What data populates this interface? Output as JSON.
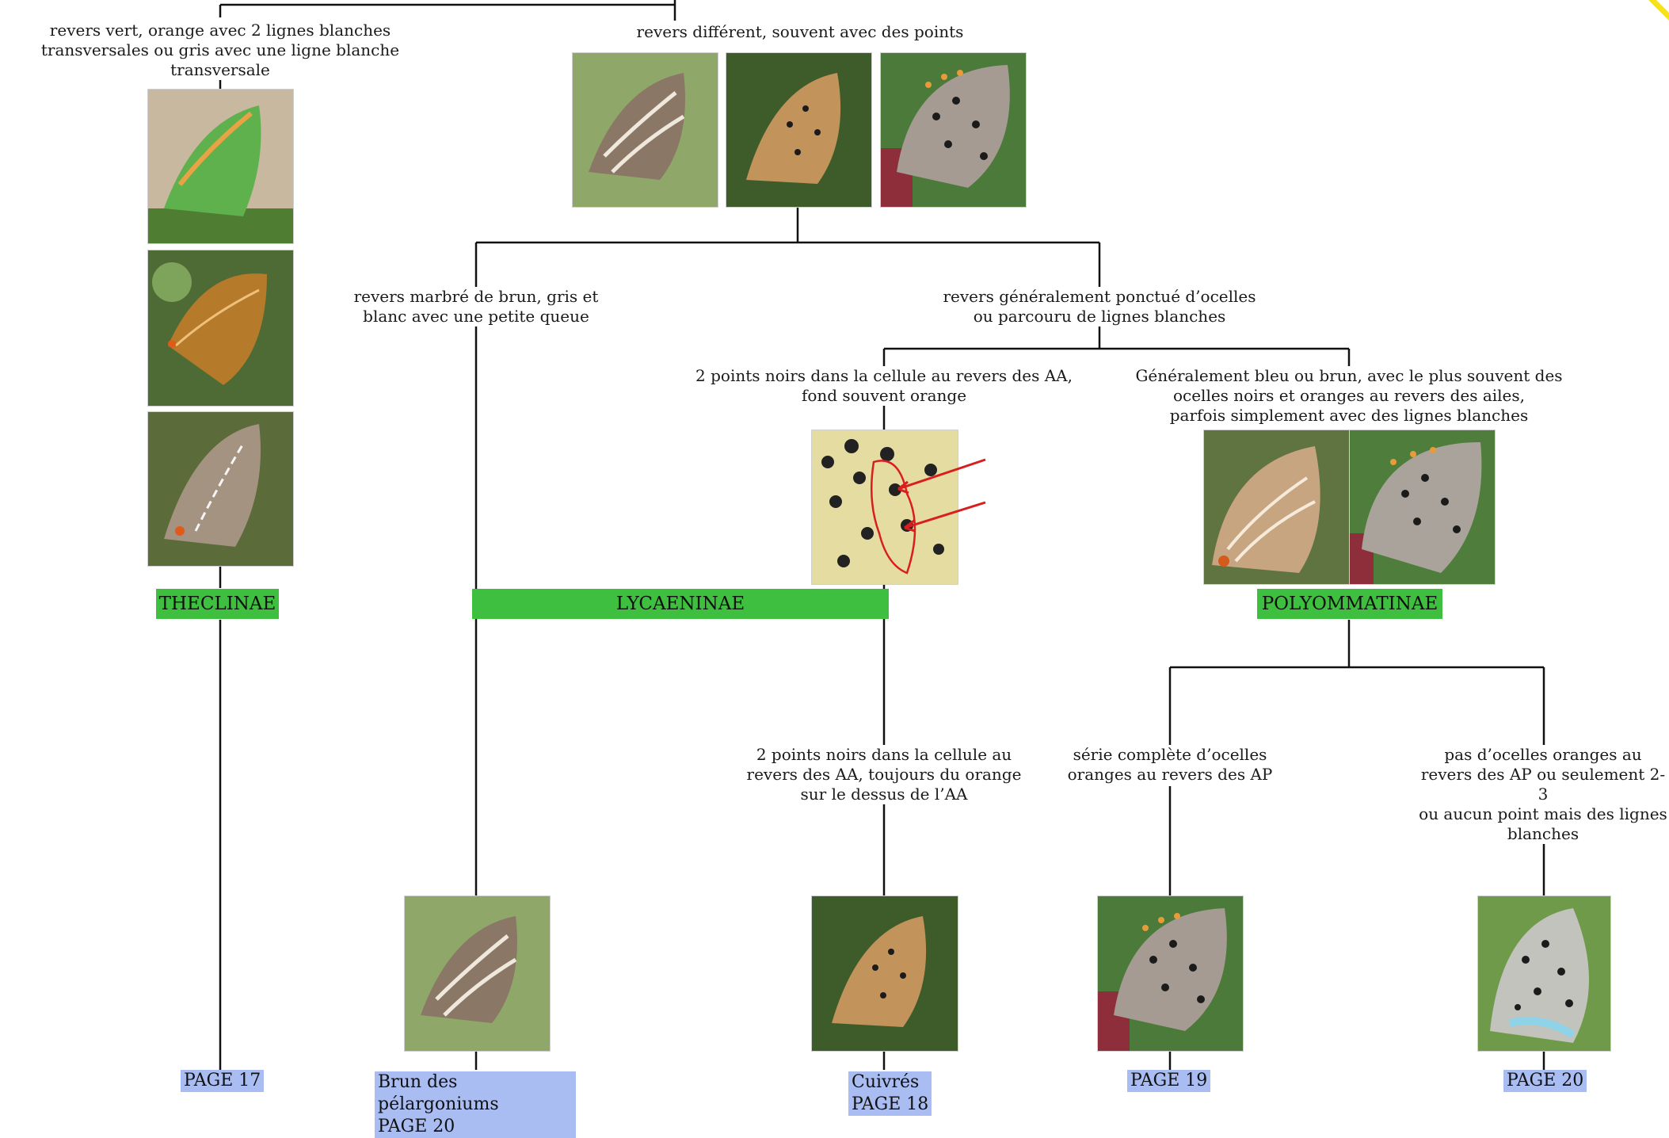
{
  "top_branches": {
    "left": "revers vert, orange avec 2 lignes blanches\ntransversales  ou gris avec une ligne blanche transversale",
    "right": "revers différent, souvent avec des points"
  },
  "mid_branches": {
    "left": "revers marbré de brun, gris et\nblanc avec une petite queue",
    "right": "revers généralement ponctué d’ocelles\nou parcouru de lignes blanches"
  },
  "sub_branches": {
    "lycaenidae_spots": "2 points noirs dans la cellule au revers des AA,\nfond souvent orange",
    "polyommatinae_desc": "Généralement bleu ou brun, avec le plus souvent des\nocelles noirs et oranges au revers des ailes,\nparfois simplement avec des lignes blanches"
  },
  "groups": {
    "theclinae": "THECLINAE",
    "lycaeninae": "LYCAENINAE",
    "polyommatinae": "POLYOMMATINAE"
  },
  "lower_branches": {
    "cuivres_desc": "2 points noirs dans la cellule au\nrevers des AA, toujours du orange\nsur le dessus de l’AA",
    "serie_complete": "série complète d’ocelles\noranges au revers des AP",
    "pas_ocelles": "pas d’ocelles oranges au\nrevers des AP ou seulement 2-3\nou aucun point mais des lignes\nblanches"
  },
  "pages": {
    "theclinae": "PAGE 17",
    "brun": "Brun des pélargoniums\nPAGE 20",
    "cuivres": "Cuivrés\nPAGE 18",
    "p19": "PAGE 19",
    "p20": "PAGE 20"
  },
  "colors": {
    "group_green": "#3fbf3f",
    "page_blue": "#a9bdf2",
    "annotation_red": "#d81e1e"
  },
  "icons": [
    "butterfly-photo",
    "annotation-arrow"
  ]
}
